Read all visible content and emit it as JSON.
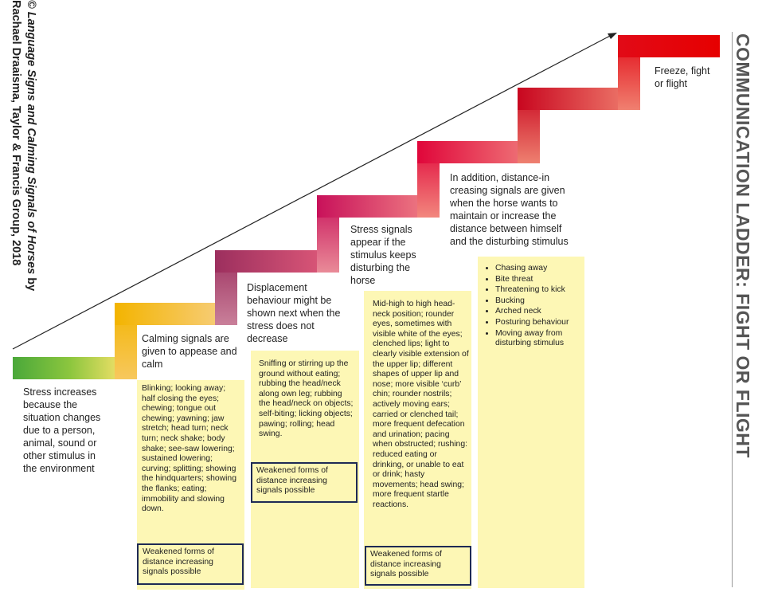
{
  "copyright": {
    "title_italic": "© Language Signs and Calming Signals of Horses",
    "by": " by",
    "line2": "Rachael Draaisma, Taylor & Francis Group, 2018"
  },
  "side_title": "COMMUNICATION LADDER: FIGHT OR FLIGHT",
  "steps": [
    {
      "label": "Stress increases because the situation changes due to a person, animal, sound or other stimulus in the environment"
    },
    {
      "label": "Calming signals are given to appease and calm",
      "box_text": "Blinking; looking away; half closing the eyes; chewing; tongue out chewing; yawning; jaw stretch; head turn; neck turn; neck shake; body shake; see-saw lowering; sustained lowering; curving; splitting; showing the hindquarters; showing the flanks; eating; immobility and slowing down.",
      "weak": "Weakened forms of distance increasing signals possible"
    },
    {
      "label": "Displacement behaviour might be shown next when the stress does not decrease",
      "box_text": "Sniffing or stirring up the ground without eating; rubbing the head/neck along own leg; rubbing the head/neck on objects; self-biting; licking objects; pawing; rolling; head swing.",
      "weak": "Weakened forms of distance increasing signals possible"
    },
    {
      "label": "Stress signals appear if the stimulus keeps disturbing the horse",
      "box_text": "Mid-high to high head-neck position; rounder eyes, sometimes with visible white of the eyes; clenched lips; light to clearly visible extension of the upper lip; different shapes of upper lip and nose; more visible ‘curb’ chin; rounder nostrils; actively moving ears; carried or clenched tail; more frequent defecation and urination; pacing when obstructed; rushing: reduced eating or drinking, or unable to eat or drink; hasty movements; head swing; more frequent startle reactions.",
      "weak": "Weakened forms of distance increasing signals possible"
    },
    {
      "label": "In addition, distance-in creasing signals are given when the horse wants to maintain or increase the distance between himself and the disturbing stimulus",
      "bullets": [
        "Chasing away",
        "Bite threat",
        "Threatening to kick",
        "Bucking",
        "Arched neck",
        "Posturing behaviour",
        "Moving away from disturbing stimulus"
      ]
    },
    {
      "label": "Freeze, fight or flight"
    }
  ],
  "colors": {
    "green": "#4aa83a",
    "orange": "#f3b400",
    "magenta": "#a3305c",
    "pink": "#f08080",
    "red": "#e1062a",
    "box": "#fdf7b5",
    "box_border": "#1e2a55"
  }
}
